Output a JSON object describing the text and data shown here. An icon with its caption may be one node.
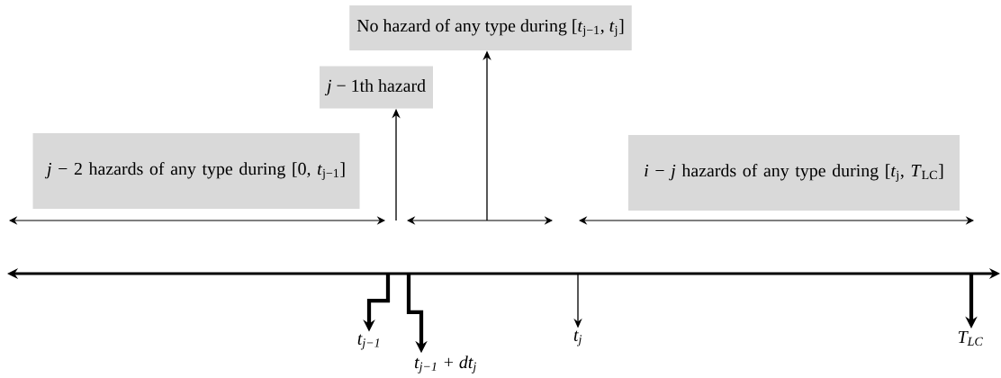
{
  "diagram": {
    "nodes": [
      {
        "text": [
          "*j* − 2 hazards of any type during [0, *t*$_{j−1}$]"
        ]
      },
      {
        "text": [
          "*j* − 1th hazard"
        ]
      },
      {
        "text": [
          "No hazard of any type during [*t*$_{j−1}$, *t*$_{j}$]"
        ]
      },
      {
        "text": [
          "*i* − *j* hazards of any type during [*t*$_{j}$, *T*$_{LC}$]"
        ]
      },
      {
        "text": [
          "t$_{j−1}$"
        ]
      },
      {
        "text": [
          "t$_{j−1}$ + dt$_{j}$"
        ]
      },
      {
        "text": [
          "t$_{j}$"
        ]
      },
      {
        "text": [
          "T$_{LC}$"
        ]
      }
    ],
    "edges": [
      {
        "from": null,
        "to": 1,
        "arrow": "to"
      },
      {
        "from": null,
        "to": 2,
        "arrow": "to"
      },
      {
        "from": null,
        "to": 4,
        "arrow": "to",
        "style": "thick"
      },
      {
        "from": null,
        "to": 5,
        "arrow": "to",
        "style": "thick"
      },
      {
        "from": null,
        "to": 6,
        "arrow": "to"
      },
      {
        "from": null,
        "to": 7,
        "arrow": "to",
        "style": "thick"
      }
    ]
  }
}
